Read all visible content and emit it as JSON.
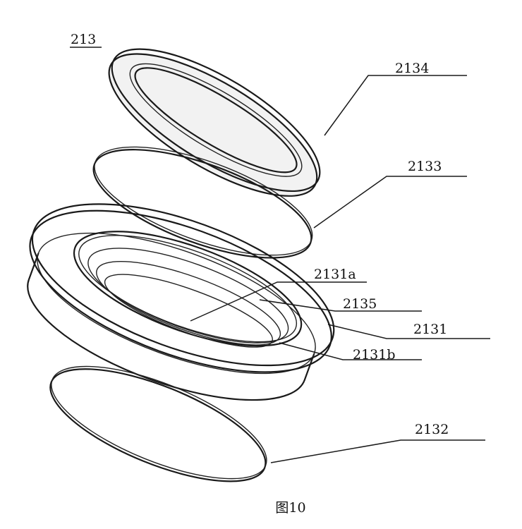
{
  "assembly_label": "213",
  "parts": {
    "ring_top": "2134",
    "membrane_upper": "2133",
    "frame_center": "2131a",
    "inner_wall": "2135",
    "frame": "2131",
    "frame_bottom_rim": "2131b",
    "membrane_lower": "2132"
  },
  "caption": "图10"
}
